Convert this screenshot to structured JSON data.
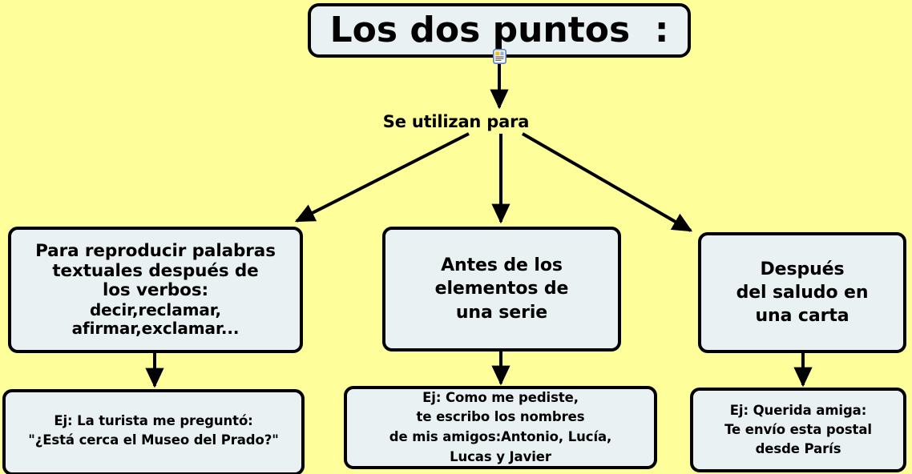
{
  "colors": {
    "background": "#fefe9b",
    "box_fill": "#eaf1f3",
    "box_border": "#000000",
    "text": "#000000",
    "icon_border": "#5a7fbd"
  },
  "title": {
    "text": "Los dos puntos  :"
  },
  "note_icon": {
    "name": "note-icon"
  },
  "center_label": {
    "text": "Se utilizan para"
  },
  "categories": [
    {
      "id": "cat-1",
      "lines": [
        "Para reproducir palabras",
        "textuales después de",
        "los verbos:",
        "decir,reclamar,",
        "afirmar,exclamar..."
      ]
    },
    {
      "id": "cat-2",
      "lines": [
        "Antes de los",
        "elementos de",
        "una serie"
      ]
    },
    {
      "id": "cat-3",
      "lines": [
        "Después",
        "del saludo en",
        "una carta"
      ]
    }
  ],
  "examples": [
    {
      "id": "ex-1",
      "lines": [
        "Ej: La turista me preguntó:",
        "\"¿Está cerca el Museo del Prado?\""
      ]
    },
    {
      "id": "ex-2",
      "lines": [
        "Ej: Como me pediste,",
        "te escribo los nombres",
        "de mis amigos:Antonio, Lucía,",
        "Lucas y Javier"
      ]
    },
    {
      "id": "ex-3",
      "lines": [
        "Ej: Querida amiga:",
        "Te envío esta postal",
        "desde París"
      ]
    }
  ],
  "connectors": [
    {
      "name": "edge-title-to-center",
      "from": "title-box",
      "to": "center-label"
    },
    {
      "name": "edge-center-to-cat-1",
      "from": "center-label",
      "to": "cat-1"
    },
    {
      "name": "edge-center-to-cat-2",
      "from": "center-label",
      "to": "cat-2"
    },
    {
      "name": "edge-center-to-cat-3",
      "from": "center-label",
      "to": "cat-3"
    },
    {
      "name": "edge-cat-1-to-ex-1",
      "from": "cat-1",
      "to": "ex-1"
    },
    {
      "name": "edge-cat-2-to-ex-2",
      "from": "cat-2",
      "to": "ex-2"
    },
    {
      "name": "edge-cat-3-to-ex-3",
      "from": "cat-3",
      "to": "ex-3"
    }
  ]
}
